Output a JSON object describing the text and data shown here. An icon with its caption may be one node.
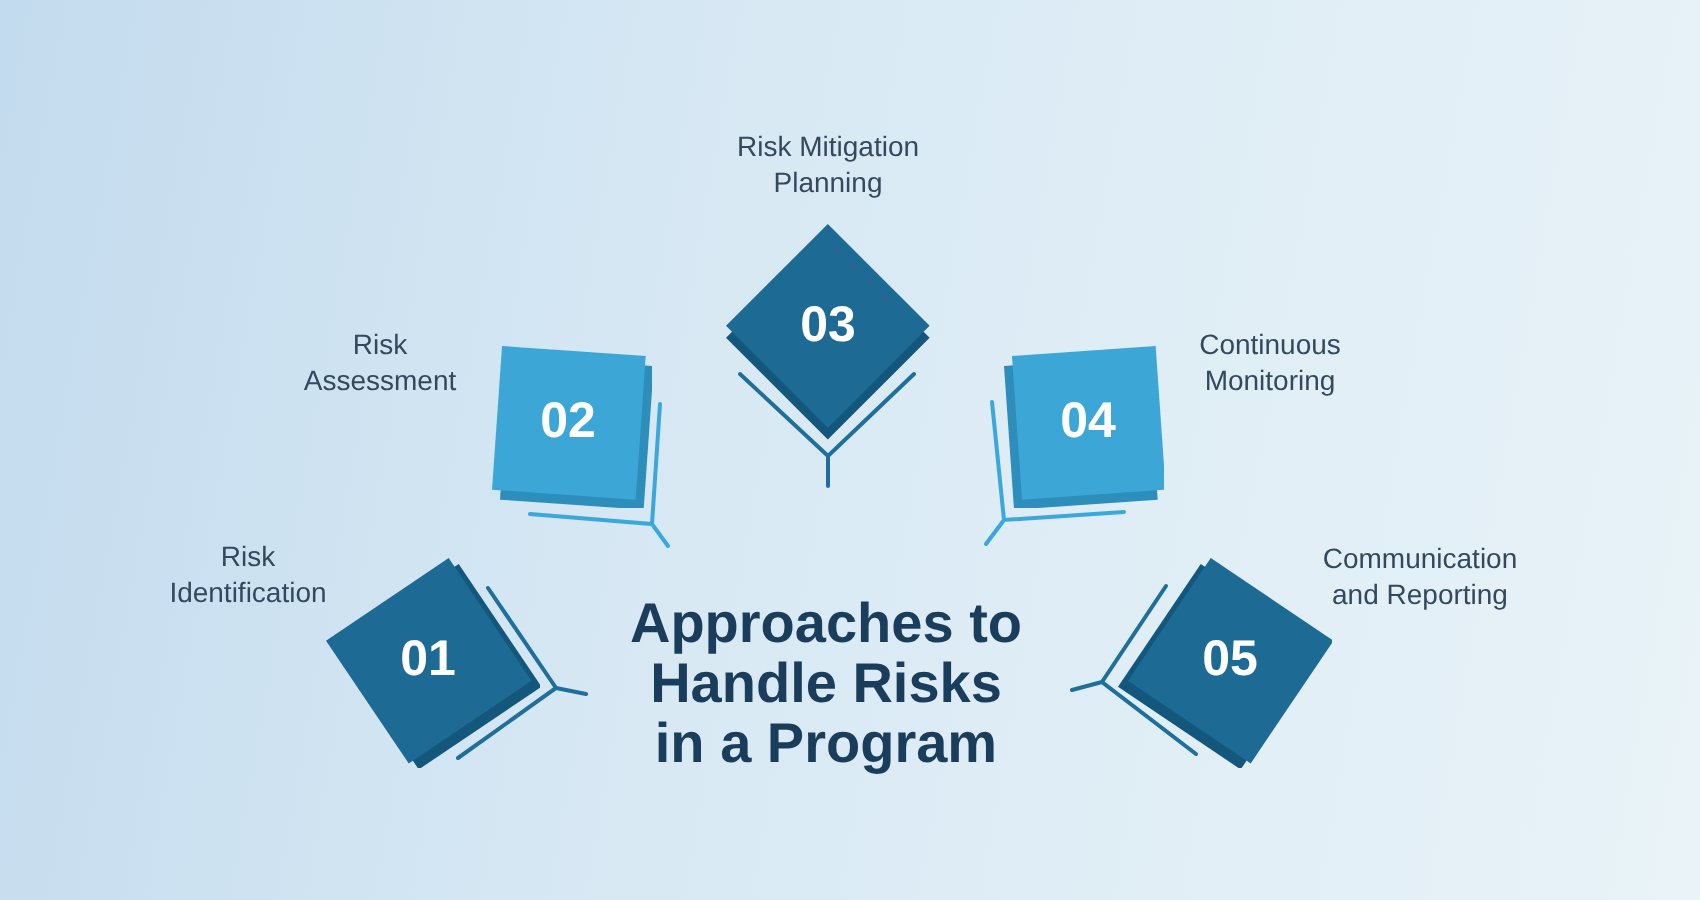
{
  "diagram": {
    "title": "Approaches to Handle Risks in a Program",
    "nodes": [
      {
        "text": [
          "01"
        ],
        "beside": [
          "Risk Identification"
        ]
      },
      {
        "text": [
          "02"
        ],
        "beside": [
          "Risk Assessment"
        ]
      },
      {
        "text": [
          "03"
        ],
        "beside": [
          "Risk Mitigation Planning"
        ]
      },
      {
        "text": [
          "04"
        ],
        "beside": [
          "Continuous Monitoring"
        ]
      },
      {
        "text": [
          "05"
        ],
        "beside": [
          "Communication and Reporting"
        ]
      }
    ]
  }
}
